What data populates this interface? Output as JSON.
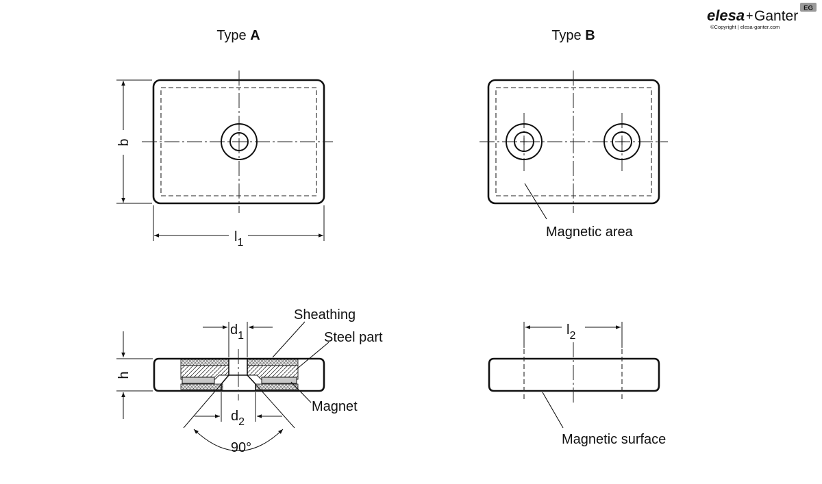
{
  "brand": {
    "logo_left": "elesa",
    "logo_plus": "+",
    "logo_right": "Ganter",
    "badge": "EG",
    "copyright": "©Copyright | elesa-ganter.com",
    "colors": {
      "logo": "#9a9a9a",
      "badge_bg": "#9a9a9a"
    }
  },
  "views": {
    "type_a": {
      "title_prefix": "Type ",
      "title_letter": "A"
    },
    "type_b": {
      "title_prefix": "Type ",
      "title_letter": "B"
    }
  },
  "dimensions": {
    "b": "b",
    "l1_main": "l",
    "l1_sub": "1",
    "h": "h",
    "d1_main": "d",
    "d1_sub": "1",
    "d2_main": "d",
    "d2_sub": "2",
    "l2_main": "l",
    "l2_sub": "2",
    "angle": "90°"
  },
  "callouts": {
    "magnetic_area": "Magnetic area",
    "sheathing": "Sheathing",
    "steel_part": "Steel part",
    "magnet": "Magnet",
    "magnetic_surface": "Magnetic surface"
  }
}
